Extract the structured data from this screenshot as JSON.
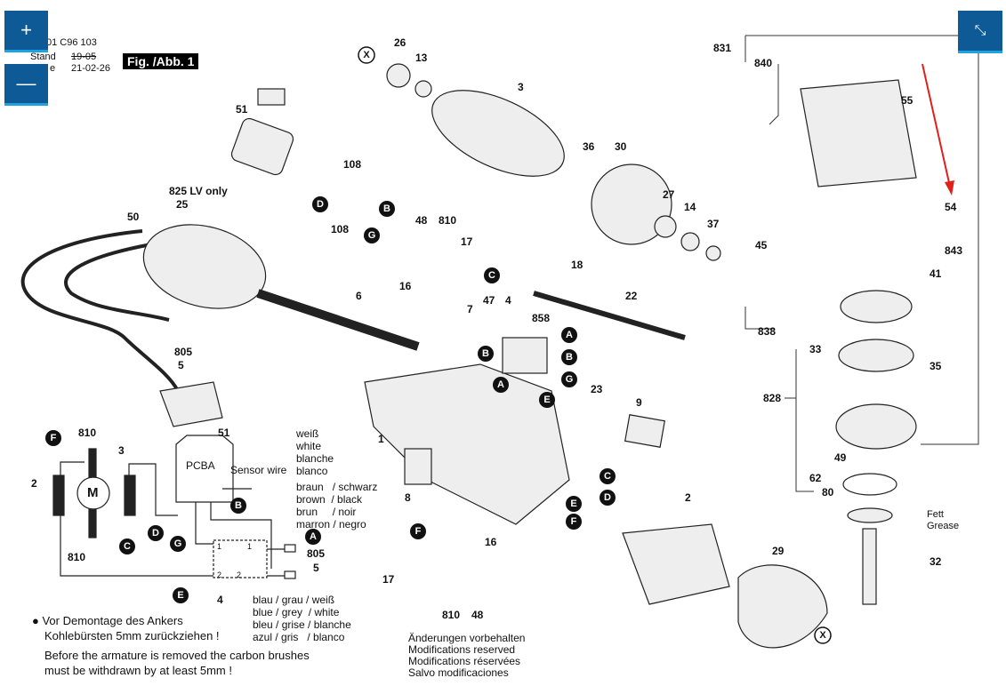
{
  "header": {
    "doc_number": "01 C96 103",
    "stand_label": "Stand",
    "old_date": "19-05",
    "date_label_partial": "e",
    "new_date": "21-02-26",
    "figure_title": "Fig. /Abb. 1"
  },
  "controls": {
    "zoom_in_icon": "plus-icon",
    "zoom_out_icon": "minus-icon",
    "exit_fullscreen_icon": "collapse-arrows-icon",
    "accent_color": "#0d5a96"
  },
  "part_labels": [
    "831",
    "840",
    "55",
    "54",
    "843",
    "41",
    "33",
    "35",
    "828",
    "49",
    "62",
    "80",
    "32",
    "29",
    "2",
    "8",
    "9",
    "23",
    "1",
    "16",
    "810",
    "48",
    "17",
    "18",
    "22",
    "4",
    "858",
    "7",
    "47",
    "48",
    "810",
    "17",
    "16",
    "6",
    "50",
    "825  LV only",
    "25",
    "805",
    "5",
    "51",
    "108",
    "108",
    "26",
    "13",
    "3",
    "36",
    "30",
    "27",
    "14",
    "37",
    "45",
    "838"
  ],
  "connector_markers": [
    "X",
    "X",
    "D",
    "B",
    "G",
    "C",
    "A",
    "B",
    "B",
    "A",
    "E",
    "G",
    "C",
    "D",
    "E",
    "F",
    "F"
  ],
  "grease_note": {
    "de": "Fett",
    "en": "Grease"
  },
  "wiring": {
    "labels": [
      "F",
      "810",
      "3",
      "2",
      "M",
      "810",
      "C",
      "D",
      "G",
      "B",
      "E",
      "4",
      "51",
      "PCBA",
      "Sensor wire",
      "A",
      "805",
      "5"
    ],
    "wire_colors_1": [
      "weiß",
      "white",
      "blanche",
      "blanco"
    ],
    "wire_colors_2": [
      "braun   / schwarz",
      "brown  / black",
      "brun     / noir",
      "marron / negro"
    ],
    "wire_colors_3": [
      "blau / grau / weiß",
      "blue / grey  / white",
      "bleu / grise / blanche",
      "azul / gris   / blanco"
    ],
    "switch_terminals": [
      "1",
      "1",
      "2",
      "2"
    ]
  },
  "notes": {
    "de_line1": "Vor Demontage des Ankers",
    "de_line2": "Kohlebürsten 5mm zurückziehen !",
    "en_line1": "Before the armature is removed the carbon brushes",
    "en_line2": "must be withdrawn by at least 5mm !"
  },
  "disclaimer": [
    "Änderungen vorbehalten",
    "Modifications reserved",
    "Modifications réservées",
    "Salvo modificaciones"
  ],
  "annotation_color": "#e0201b"
}
